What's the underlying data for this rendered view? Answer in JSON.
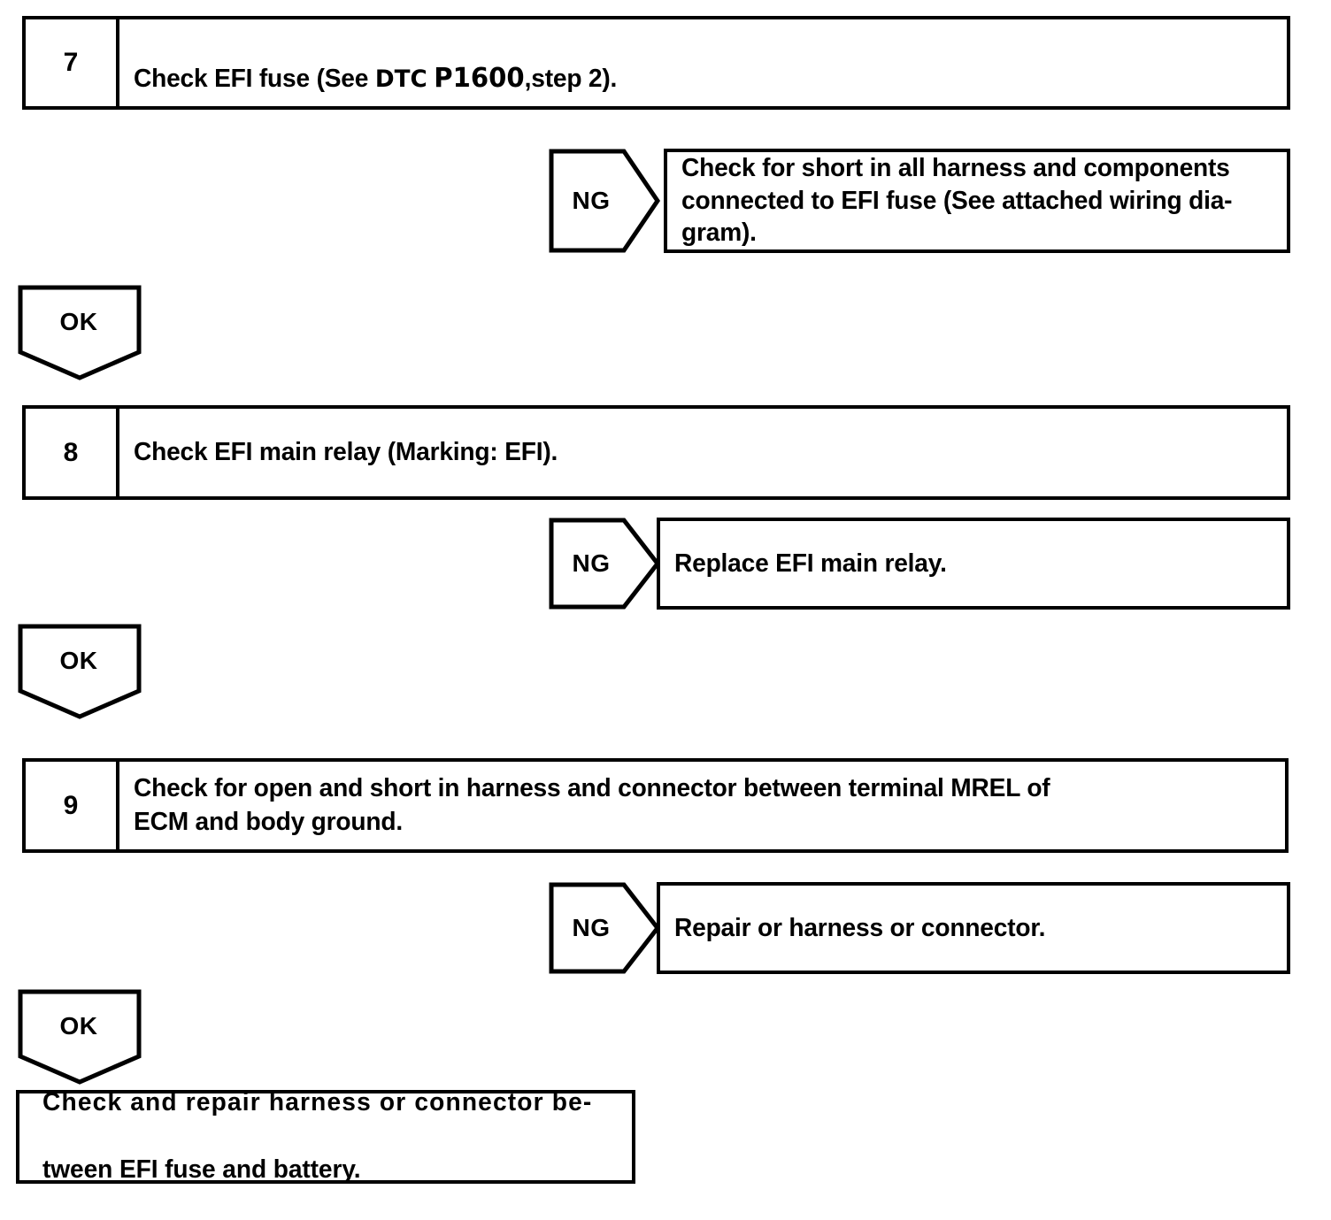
{
  "document": {
    "type": "diagnostic-flowchart",
    "title": "EFI fuse / EFI main relay diagnostic steps",
    "ink_color": "#000000",
    "background_color": "#ffffff"
  },
  "steps": [
    {
      "number": "7",
      "text_prefix": "Check EFI fuse (See ",
      "reference_label": "DTC",
      "reference_code": "P1600",
      "text_suffix": ",step 2)."
    },
    {
      "number": "8",
      "text": "Check EFI main relay (Marking: EFI)."
    },
    {
      "number": "9",
      "text": "Check for open and short in harness and connector between terminal MREL of\nECM and body ground."
    }
  ],
  "ng_branches": [
    {
      "label": "NG",
      "text": "Check for short in all harness and components\nconnected to EFI fuse (See attached wiring dia-\ngram)."
    },
    {
      "label": "NG",
      "text": "Replace EFI main relay."
    },
    {
      "label": "NG",
      "text": "Repair or harness or connector."
    }
  ],
  "ok_connectors": [
    {
      "label": "OK"
    },
    {
      "label": "OK"
    },
    {
      "label": "OK"
    }
  ],
  "final_action": {
    "line1": "Check and repair harness or connector be-",
    "line2": "tween EFI fuse and battery."
  }
}
